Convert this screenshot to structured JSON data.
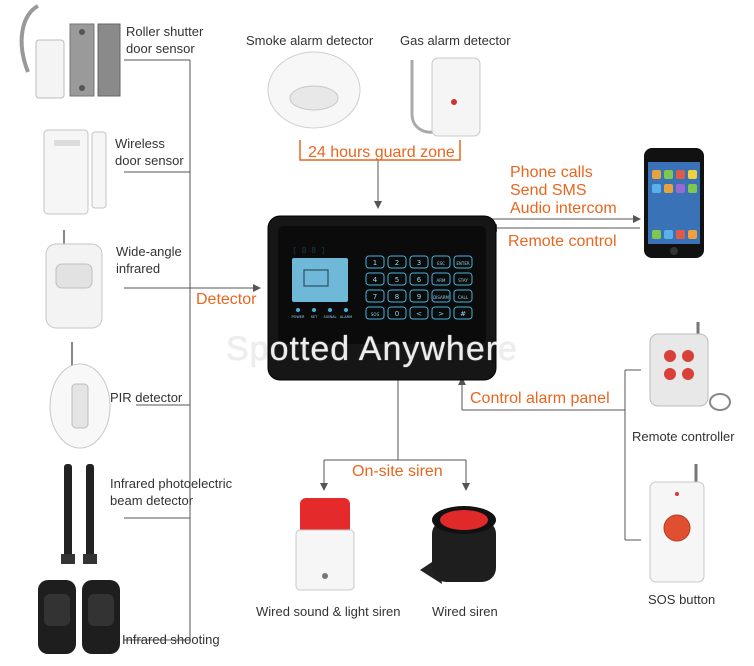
{
  "devices_left": [
    {
      "label_line1": "Roller shutter",
      "label_line2": "door sensor"
    },
    {
      "label_line1": "Wireless",
      "label_line2": "door sensor"
    },
    {
      "label_line1": "Wide-angle",
      "label_line2": "infrared"
    },
    {
      "label_line1": "PIR detector",
      "label_line2": ""
    },
    {
      "label_line1": "Infrared photoelectric",
      "label_line2": "beam detector"
    },
    {
      "label_line1": "Infrared shooting",
      "label_line2": ""
    }
  ],
  "devices_top": {
    "smoke": "Smoke alarm detector",
    "gas": "Gas alarm detector",
    "zone": "24 hours guard zone"
  },
  "connections": {
    "detector": "Detector",
    "phone_lines": [
      "Phone calls",
      "Send SMS",
      "Audio intercom"
    ],
    "remote_control": "Remote control",
    "control_panel": "Control alarm panel",
    "siren_group": "On-site siren"
  },
  "devices_right": {
    "remote": "Remote controller",
    "sos": "SOS button"
  },
  "devices_bottom": {
    "light_siren": "Wired sound & light siren",
    "wired_siren": "Wired siren"
  },
  "panel": {
    "screen_text": "[ 8 8 ]",
    "keys": [
      "1",
      "2",
      "3",
      "ESC",
      "ENTER",
      "4",
      "5",
      "6",
      "ARM",
      "STAY",
      "7",
      "8",
      "9",
      "DISARM",
      "CALL",
      "SOS",
      "0",
      "<",
      ">",
      "#"
    ],
    "indicators": [
      "POWER",
      "SET",
      "SIGNAL",
      "ALARM"
    ]
  },
  "watermark": "Spotted Anywhere",
  "colors": {
    "accent": "#e8661e",
    "line": "#555555",
    "panel": "#1a1a1a",
    "screen": "#6fb8d8"
  }
}
